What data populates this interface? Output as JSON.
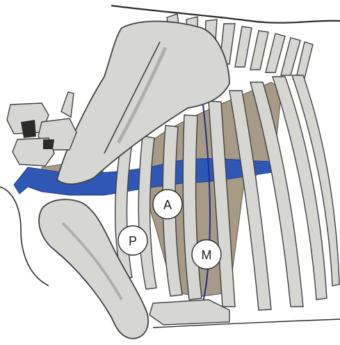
{
  "diagram": {
    "colors": {
      "background": "#ffffff",
      "bone_fill": "#d6d7d3",
      "bone_stroke": "#3f4144",
      "bone_shade": "#bcbeb9",
      "heart": "#a79a86",
      "heart_dark": "#8f826f",
      "vessel": "#2f58b6",
      "nerve_line": "#1f2f8a",
      "outline": "#2b2b2b",
      "marker_fill": "#ffffff",
      "marker_stroke": "#2b2b2b",
      "marker_text": "#1c1c1c"
    },
    "markers": [
      {
        "id": "marker-a",
        "label": "A"
      },
      {
        "id": "marker-p",
        "label": "P"
      },
      {
        "id": "marker-m",
        "label": "M"
      }
    ]
  }
}
